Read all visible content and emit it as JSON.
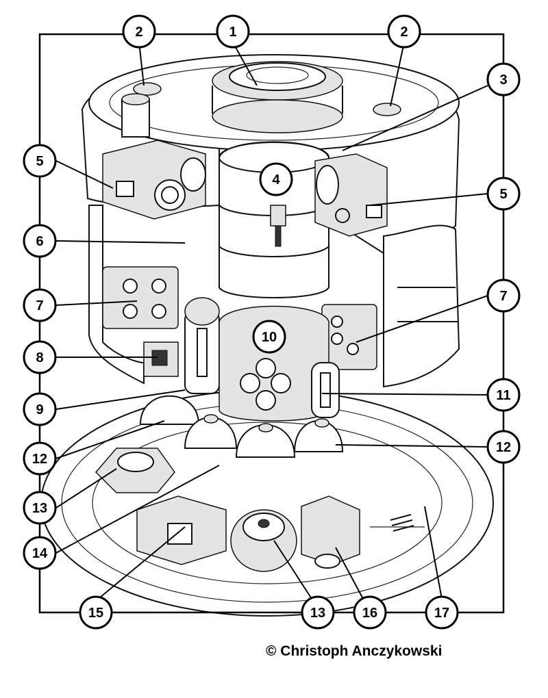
{
  "copyright": "© Christoph Anczykowski",
  "callouts": {
    "c1": "1",
    "c2a": "2",
    "c2b": "2",
    "c3": "3",
    "c4": "4",
    "c5a": "5",
    "c5b": "5",
    "c6": "6",
    "c7a": "7",
    "c7b": "7",
    "c8": "8",
    "c9": "9",
    "c10": "10",
    "c11": "11",
    "c12a": "12",
    "c12b": "12",
    "c13a": "13",
    "c13b": "13",
    "c14": "14",
    "c15": "15",
    "c16": "16",
    "c17": "17"
  }
}
